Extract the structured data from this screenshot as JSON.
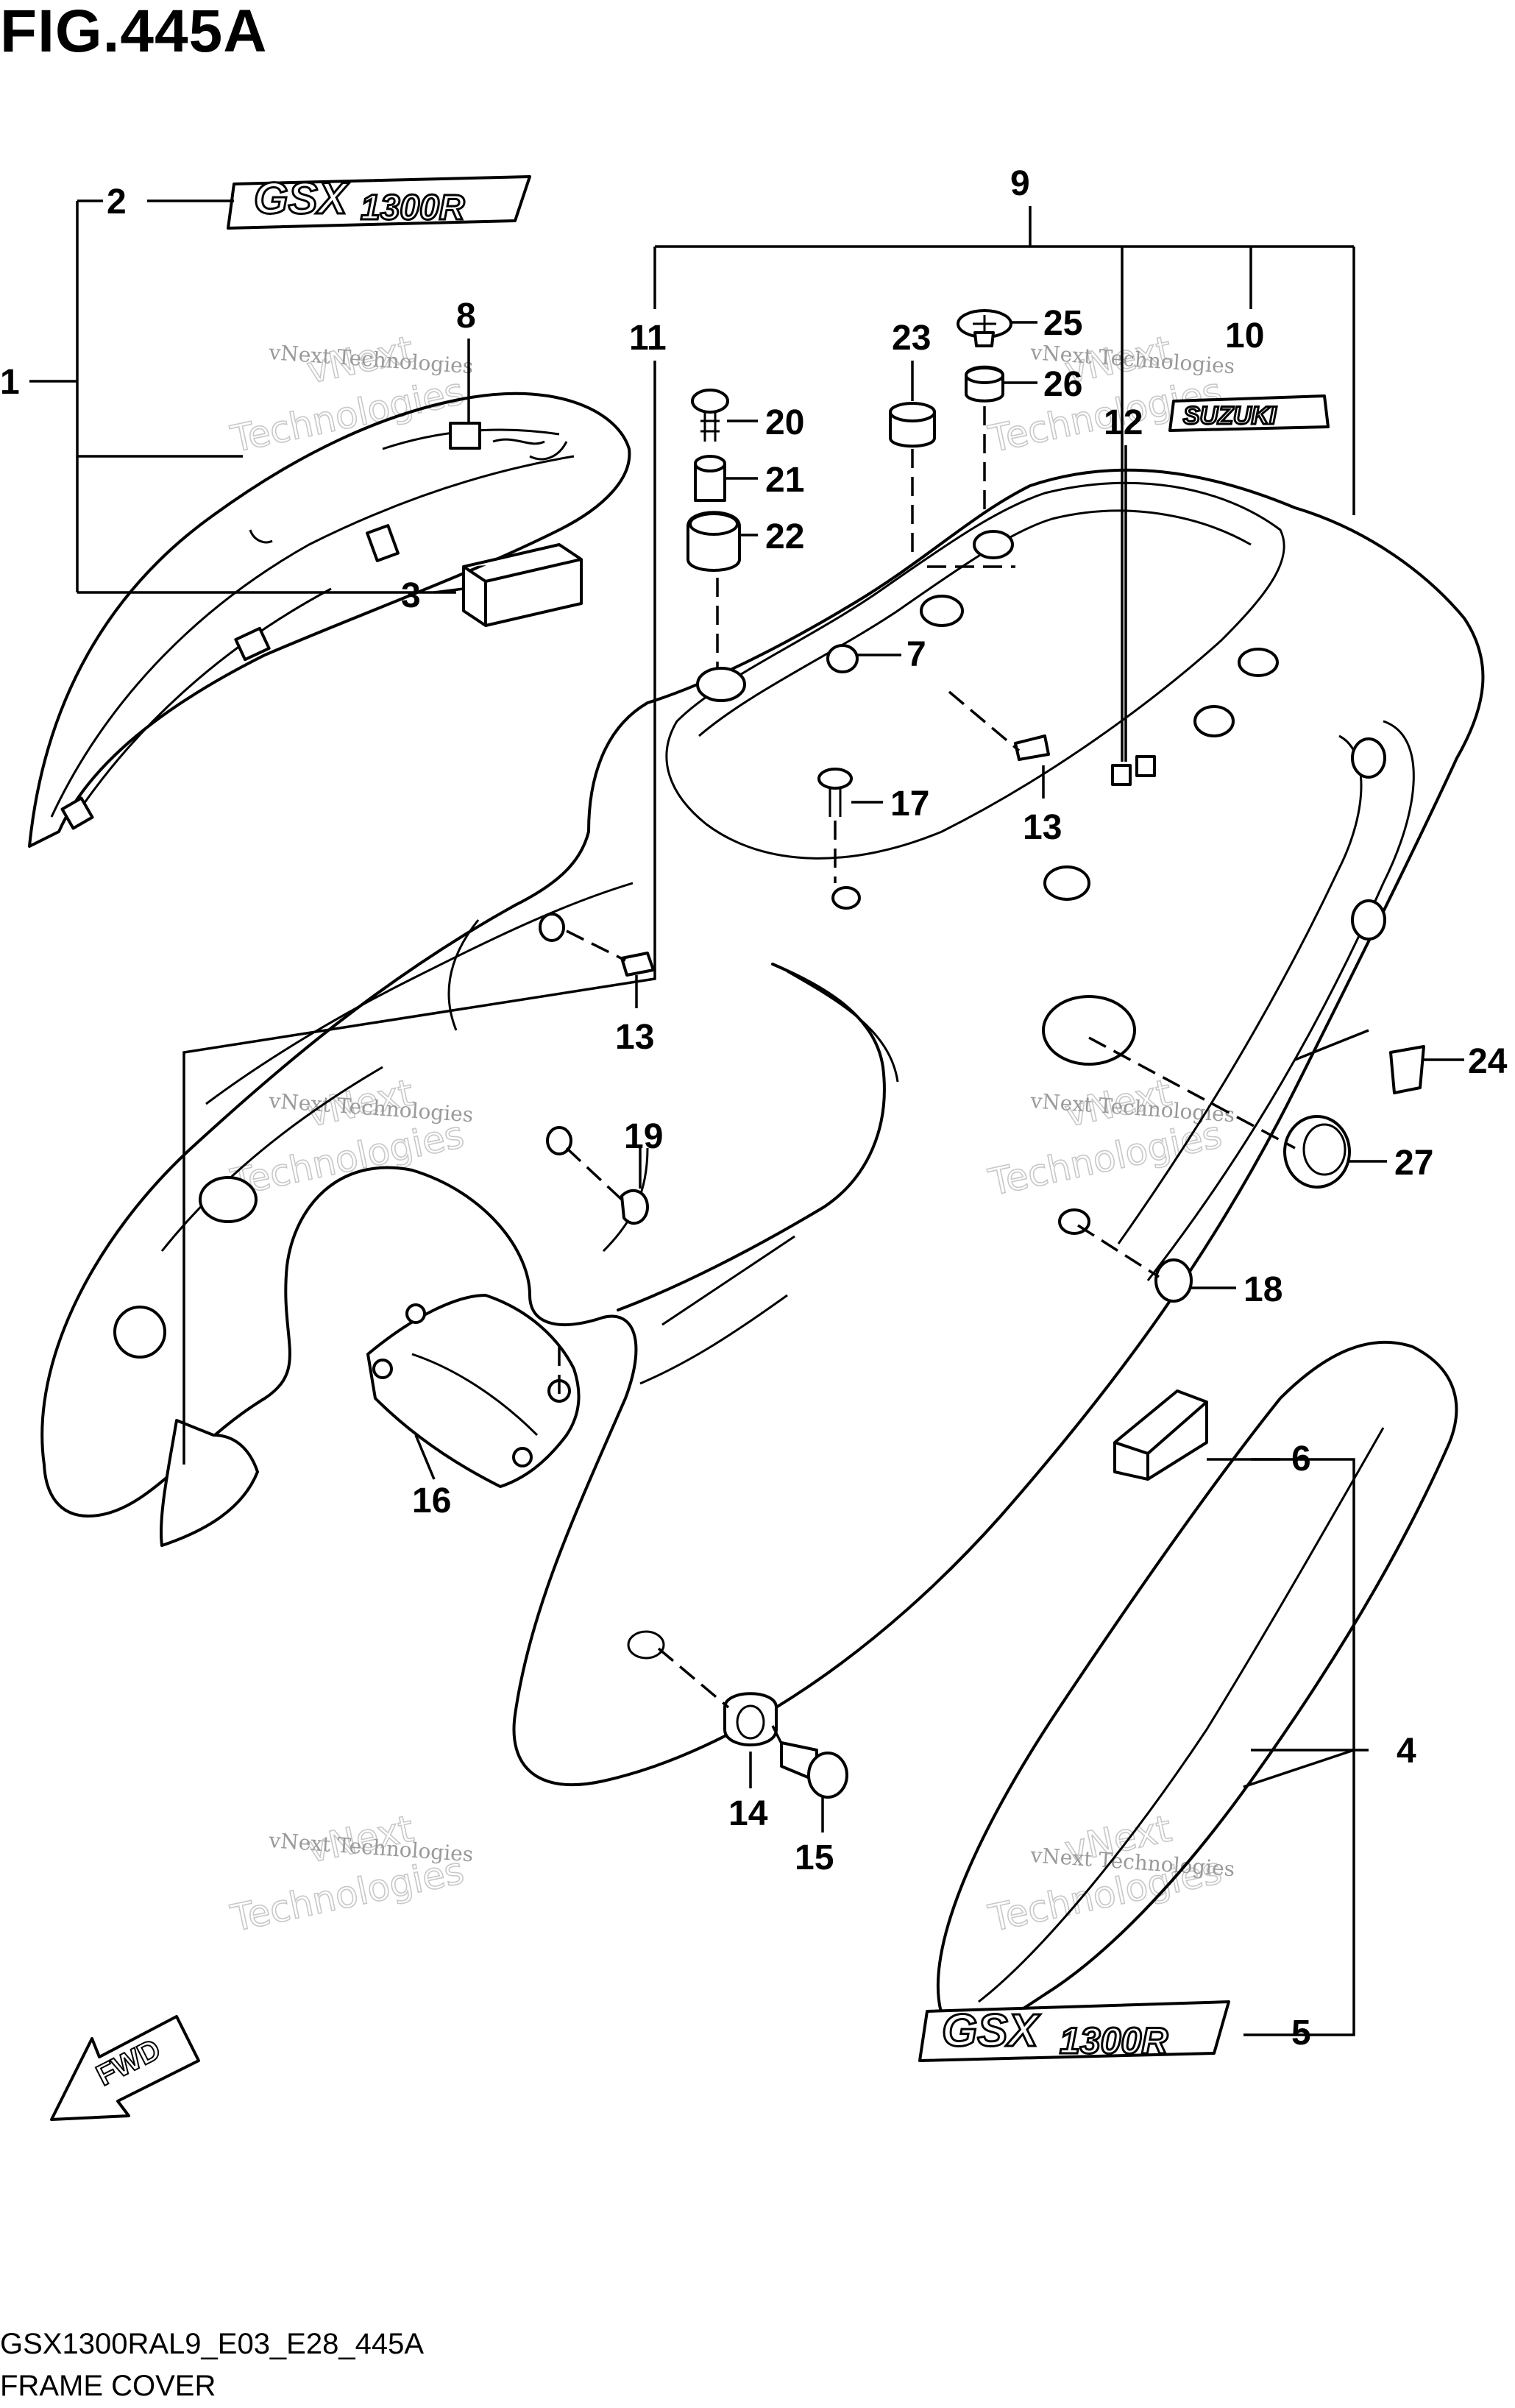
{
  "figure": {
    "title": "FIG.445A",
    "model_code": "GSX1300RAL9_E03_E28_445A",
    "caption": "FRAME COVER"
  },
  "watermark": {
    "small": "vNext Technologies",
    "big_a": "vNext",
    "big_b": "Technologies"
  },
  "emblems": {
    "gsx": "GSX",
    "r1300": "1300R",
    "suzuki": "SUZUKI",
    "fwd": "FWD"
  },
  "callouts": [
    {
      "id": "c1",
      "label": "1"
    },
    {
      "id": "c2",
      "label": "2"
    },
    {
      "id": "c3",
      "label": "3"
    },
    {
      "id": "c4",
      "label": "4"
    },
    {
      "id": "c5",
      "label": "5"
    },
    {
      "id": "c6",
      "label": "6"
    },
    {
      "id": "c7",
      "label": "7"
    },
    {
      "id": "c8",
      "label": "8"
    },
    {
      "id": "c9",
      "label": "9"
    },
    {
      "id": "c10",
      "label": "10"
    },
    {
      "id": "c11",
      "label": "11"
    },
    {
      "id": "c12",
      "label": "12"
    },
    {
      "id": "c13a",
      "label": "13"
    },
    {
      "id": "c13b",
      "label": "13"
    },
    {
      "id": "c14",
      "label": "14"
    },
    {
      "id": "c15",
      "label": "15"
    },
    {
      "id": "c16",
      "label": "16"
    },
    {
      "id": "c17",
      "label": "17"
    },
    {
      "id": "c18",
      "label": "18"
    },
    {
      "id": "c19",
      "label": "19"
    },
    {
      "id": "c20",
      "label": "20"
    },
    {
      "id": "c21",
      "label": "21"
    },
    {
      "id": "c22",
      "label": "22"
    },
    {
      "id": "c23",
      "label": "23"
    },
    {
      "id": "c24",
      "label": "24"
    },
    {
      "id": "c25",
      "label": "25"
    },
    {
      "id": "c26",
      "label": "26"
    },
    {
      "id": "c27",
      "label": "27"
    }
  ]
}
